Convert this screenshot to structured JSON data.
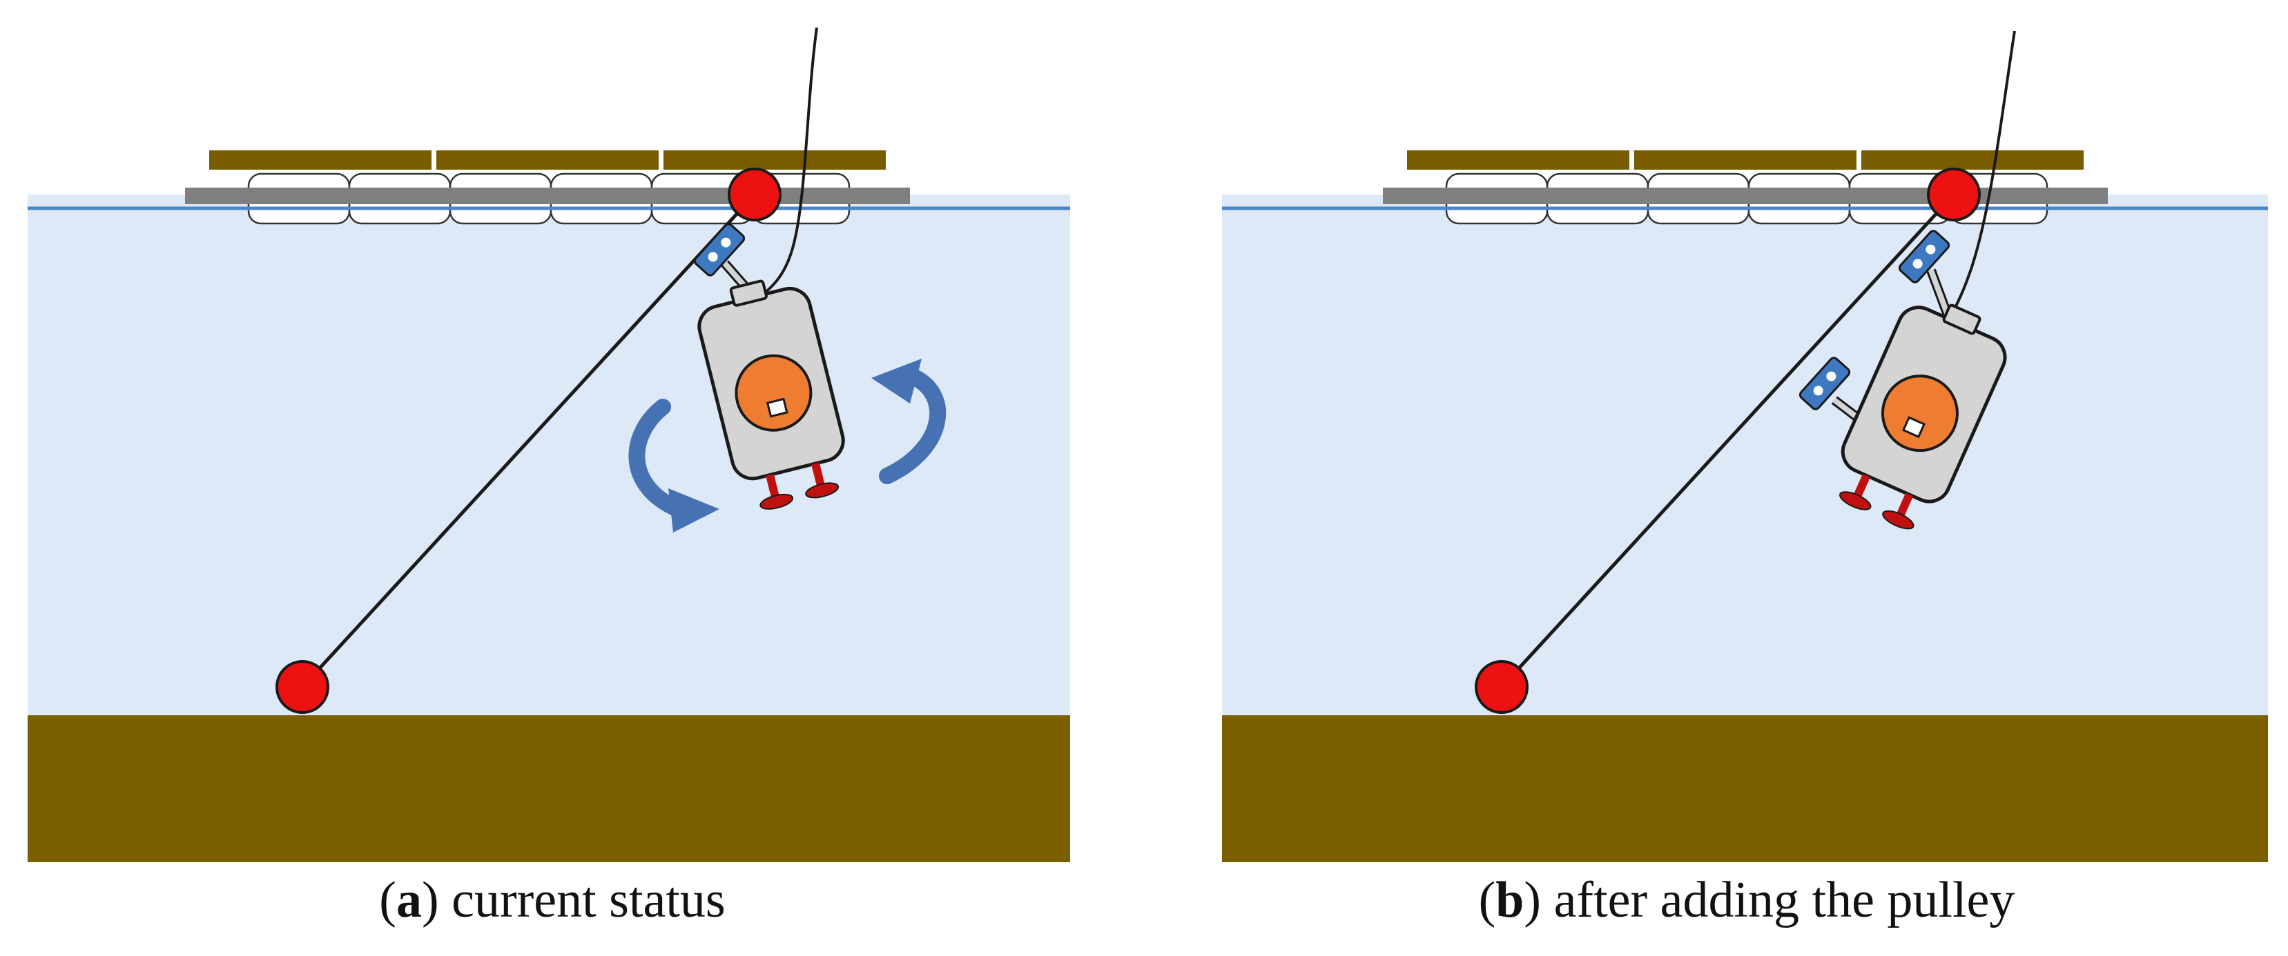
{
  "panels": [
    {
      "label": "a",
      "caption_text": "current status"
    },
    {
      "label": "b",
      "caption_text": "after adding the pulley"
    }
  ],
  "colors": {
    "water": "#dde9f6",
    "water_surface_line": "#4a86c8",
    "seabed": "#7b5e00",
    "floating_deck": "#7a5c00",
    "pontoon_rail": "#7f7f7f",
    "float_outline": "#333333",
    "anchor_buoy": "#ee1111",
    "rope": "#1a1a1a",
    "robot_body": "#d4d4d4",
    "robot_camera": "#ee7d31",
    "robot_foot": "#c01010",
    "clamp": "#3e78c0",
    "rotation_arrow": "#4672b4"
  },
  "icons": {
    "rotation_indicator": "curved-arrow-icon",
    "robot": "underwater-robot-icon",
    "clamp": "rope-clamp-icon",
    "pulley": "pulley-icon"
  }
}
